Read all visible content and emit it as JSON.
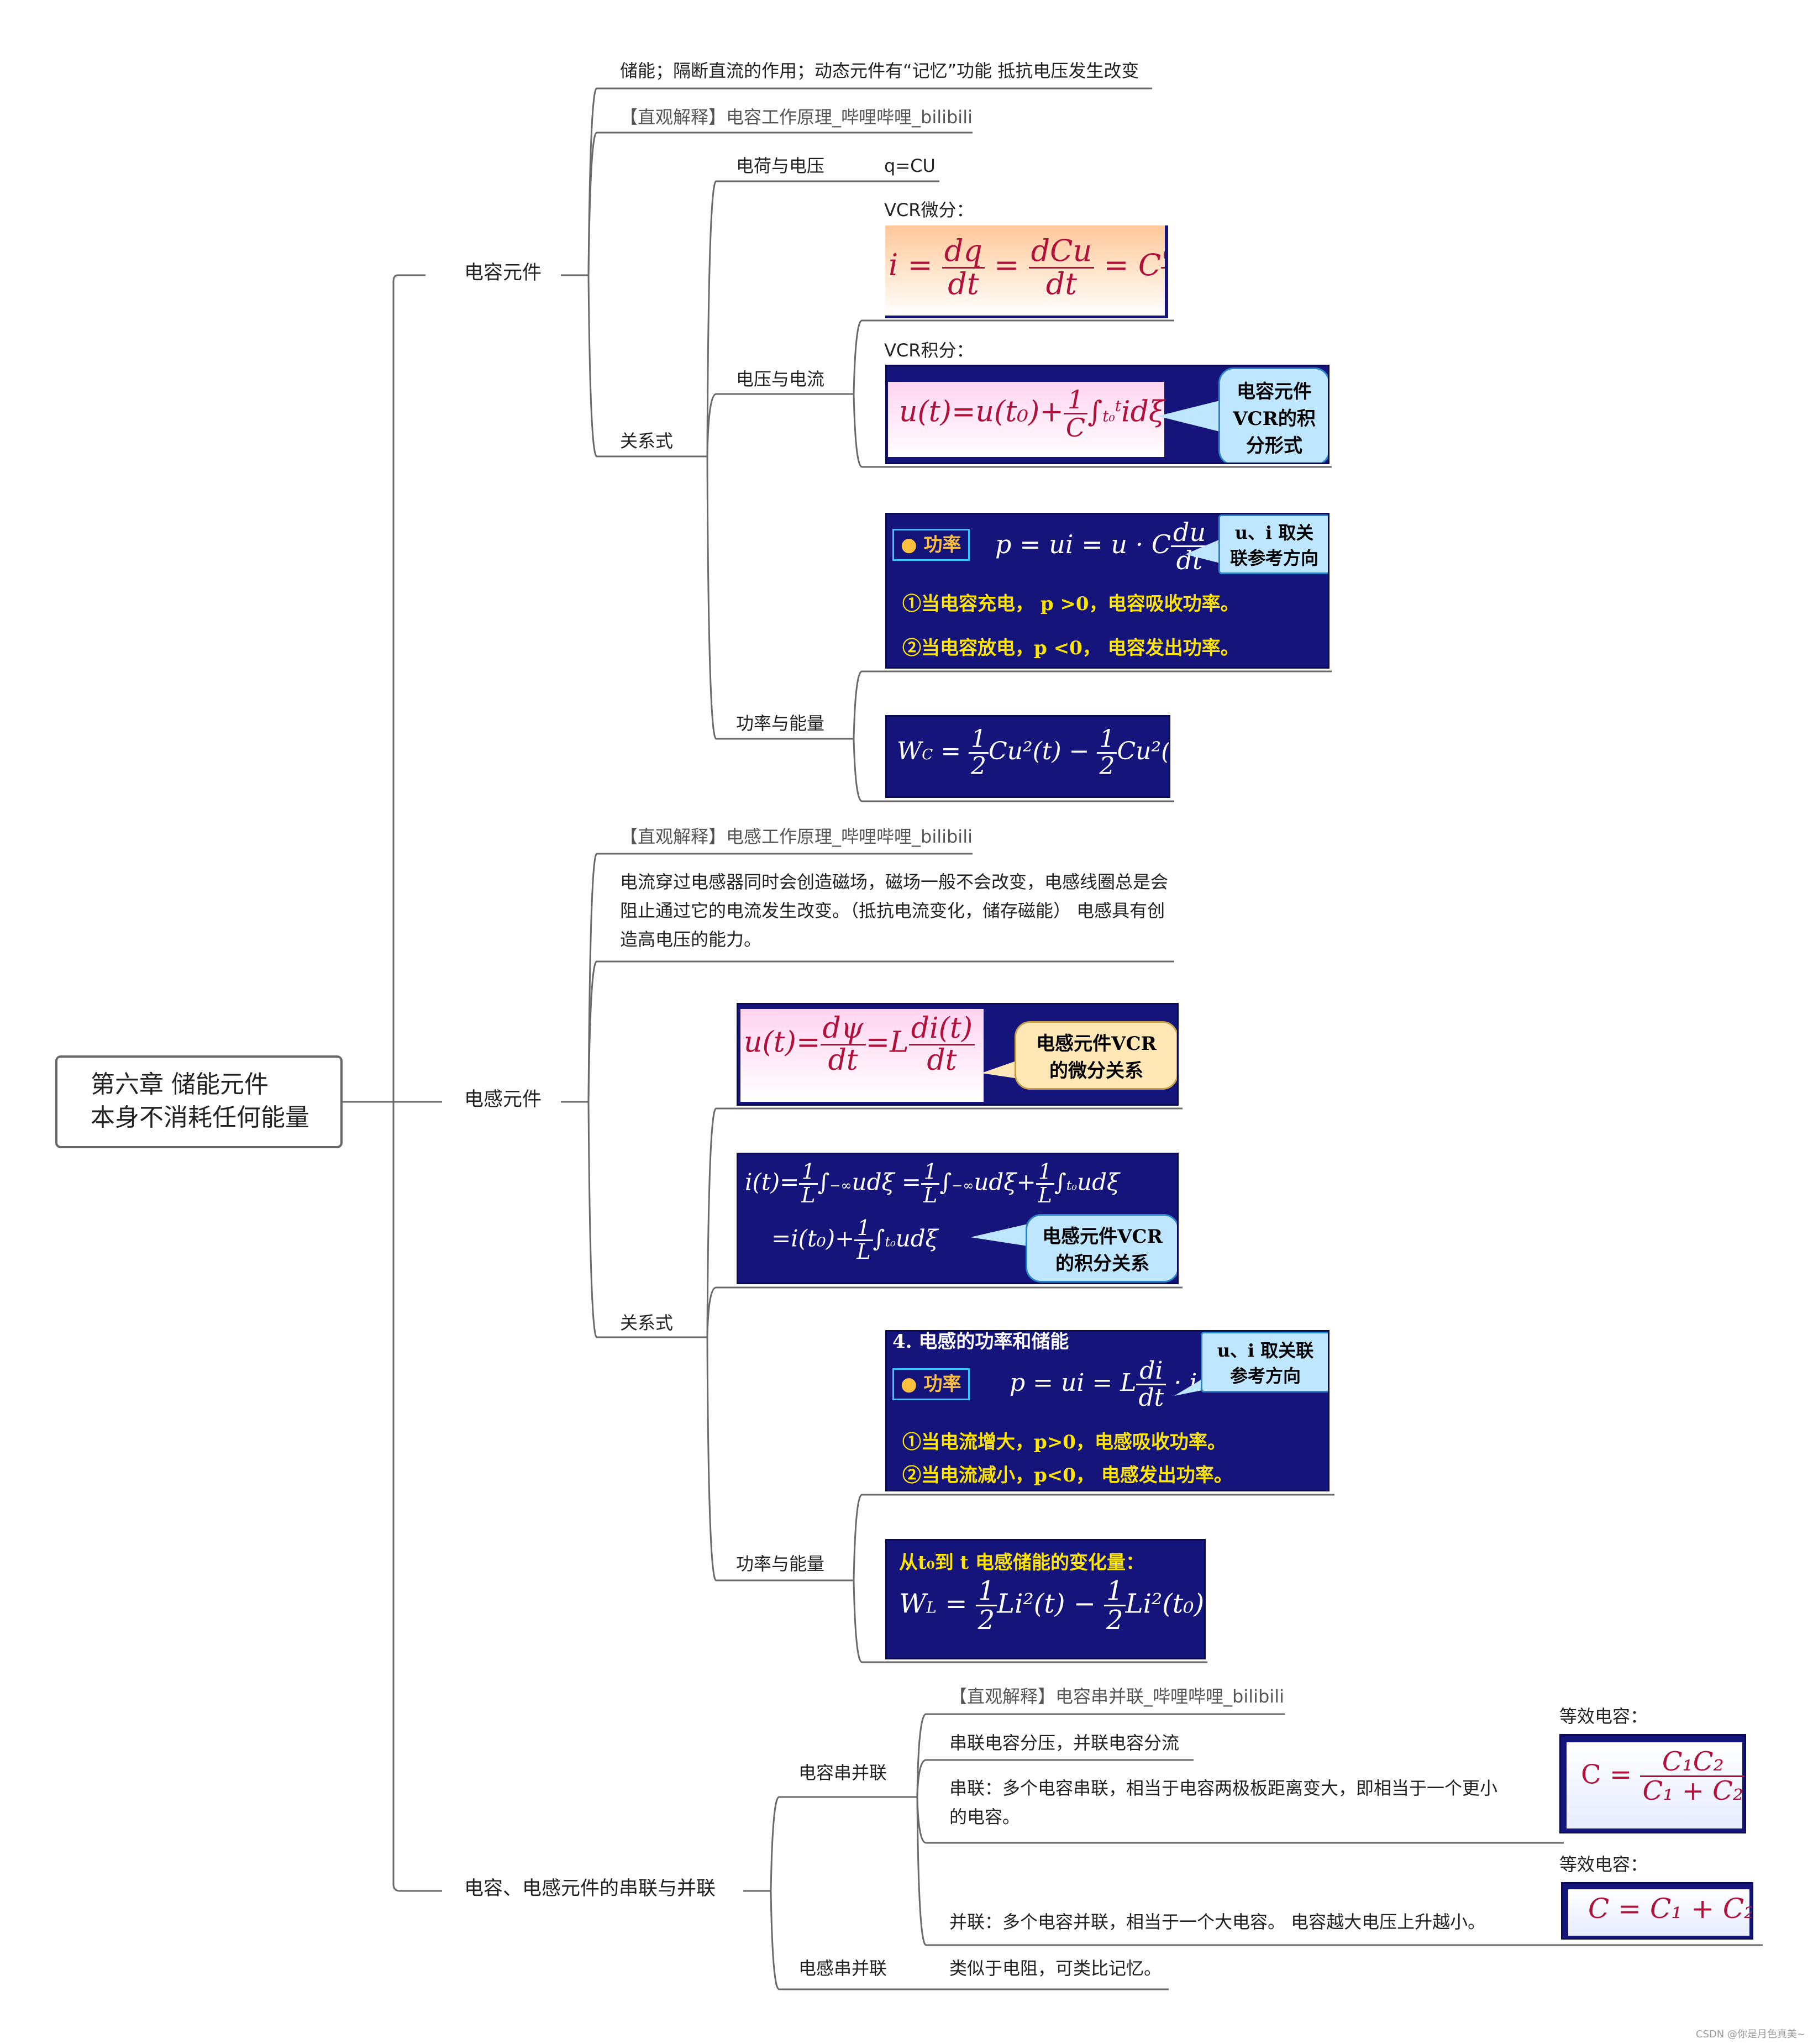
{
  "root": {
    "line1": "第六章 储能元件",
    "line2": "本身不消耗任何能量"
  },
  "capacitor": {
    "label": "电容元件",
    "desc": "储能；隔断直流的作用；动态元件有“记忆”功能   抵抗电压发生改变",
    "link": "【直观解释】电容工作原理_哔哩哔哩_bilibili",
    "relation": "关系式",
    "charge_voltage": "电荷与电压",
    "q_cu": "q=CU",
    "voltage_current": "电压与电流",
    "vcr_diff_label": "VCR微分：",
    "vcr_int_label": "VCR积分：",
    "vcr_int_callout": "电容元件\nVCR的积\n分形式",
    "power_energy": "功率与能量",
    "power_tag": "功率",
    "power_callout": "u、i 取关\n联参考方向",
    "charge_line": "①当电容充电，  p >0，电容吸收功率。",
    "discharge_line": "②当电容放电，p <0，  电容发出功率。"
  },
  "inductor": {
    "label": "电感元件",
    "link": "【直观解释】电感工作原理_哔哩哔哩_bilibili",
    "desc": "电流穿过电感器同时会创造磁场，磁场一般不会改变，电感线圈总是会阻止通过它的电流发生改变。（抵抗电流变化，储存磁能）  电感具有创造高电压的能力。",
    "relation": "关系式",
    "vcr_diff_callout": "电感元件VCR\n的微分关系",
    "vcr_int_callout": "电感元件VCR\n的积分关系",
    "power_energy": "功率与能量",
    "power_title": "4. 电感的功率和储能",
    "power_tag": "功率",
    "power_callout": "u、i 取关联\n参考方向",
    "increase_line": "①当电流增大，p>0，电感吸收功率。",
    "decrease_line": "②当电流减小，p<0， 电感发出功率。",
    "energy_title": "从t₀到  t 电感储能的变化量："
  },
  "series_parallel": {
    "label": "电容、电感元件的串联与并联",
    "cap": "电容串并联",
    "link": "【直观解释】电容串并联_哔哩哔哩_bilibili",
    "rule": "串联电容分压，并联电容分流",
    "series": "串联：多个电容串联，相当于电容两极板距离变大，即相当于一个更小的电容。",
    "parallel": "并联：多个电容并联，相当于一个大电容。    电容越大电压上升越小。",
    "eq1_label": "等效电容：",
    "eq2_label": "等效电容：",
    "ind": "电感串并联",
    "ind_desc": "类似于电阻，可类比记忆。"
  },
  "watermark": "CSDN @你是月色真美~",
  "colors": {
    "navy": "#14147a",
    "yellow": "#ffe600",
    "formula_red": "#b0103a",
    "line": "#666666",
    "callout": "#bfe6ff"
  }
}
